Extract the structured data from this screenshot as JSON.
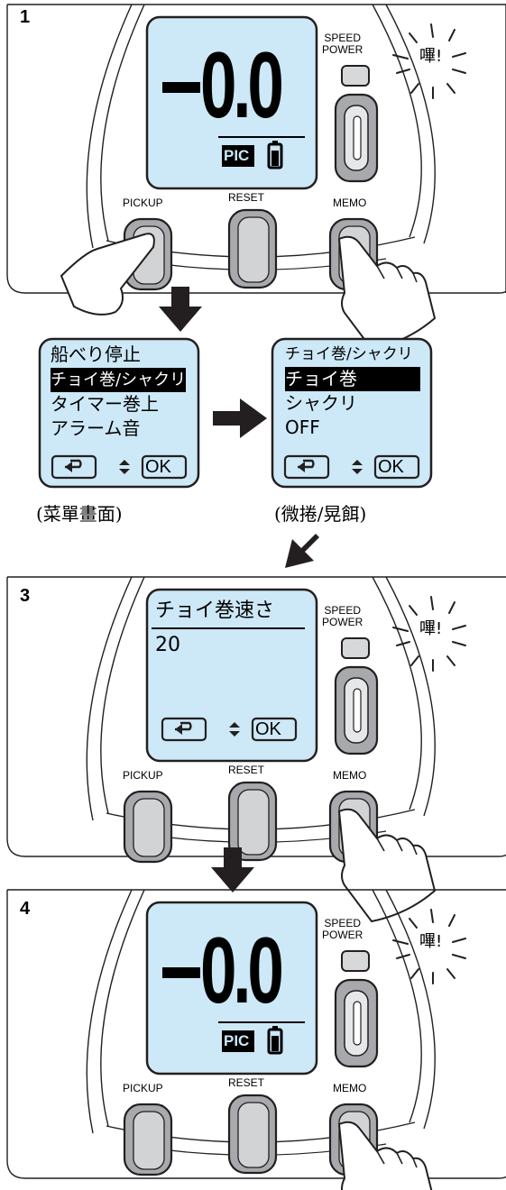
{
  "buttons": {
    "pickup": "PICKUP",
    "reset": "RESET",
    "memo": "MEMO",
    "speed": "SPEED",
    "power": "POWER"
  },
  "beep": "嗶!",
  "display": {
    "value": "-0.0",
    "mode": "PIC"
  },
  "steps": [
    {
      "number": "1"
    },
    {
      "number": "3"
    },
    {
      "number": "4"
    }
  ],
  "menu": {
    "items": [
      "船べり停止",
      "チョイ巻/シャクリ",
      "タイマー巻上",
      "アラーム音"
    ],
    "selected_index": 1,
    "caption": "(菜單畫面)"
  },
  "submenu": {
    "title": "チョイ巻/シャクリ",
    "items": [
      "チョイ巻",
      "シャクリ",
      "OFF"
    ],
    "selected_index": 0,
    "caption": "(微捲/晃餌)"
  },
  "speed_screen": {
    "title": "チョイ巻速さ",
    "value": "20"
  },
  "nav": {
    "ok": "OK"
  }
}
